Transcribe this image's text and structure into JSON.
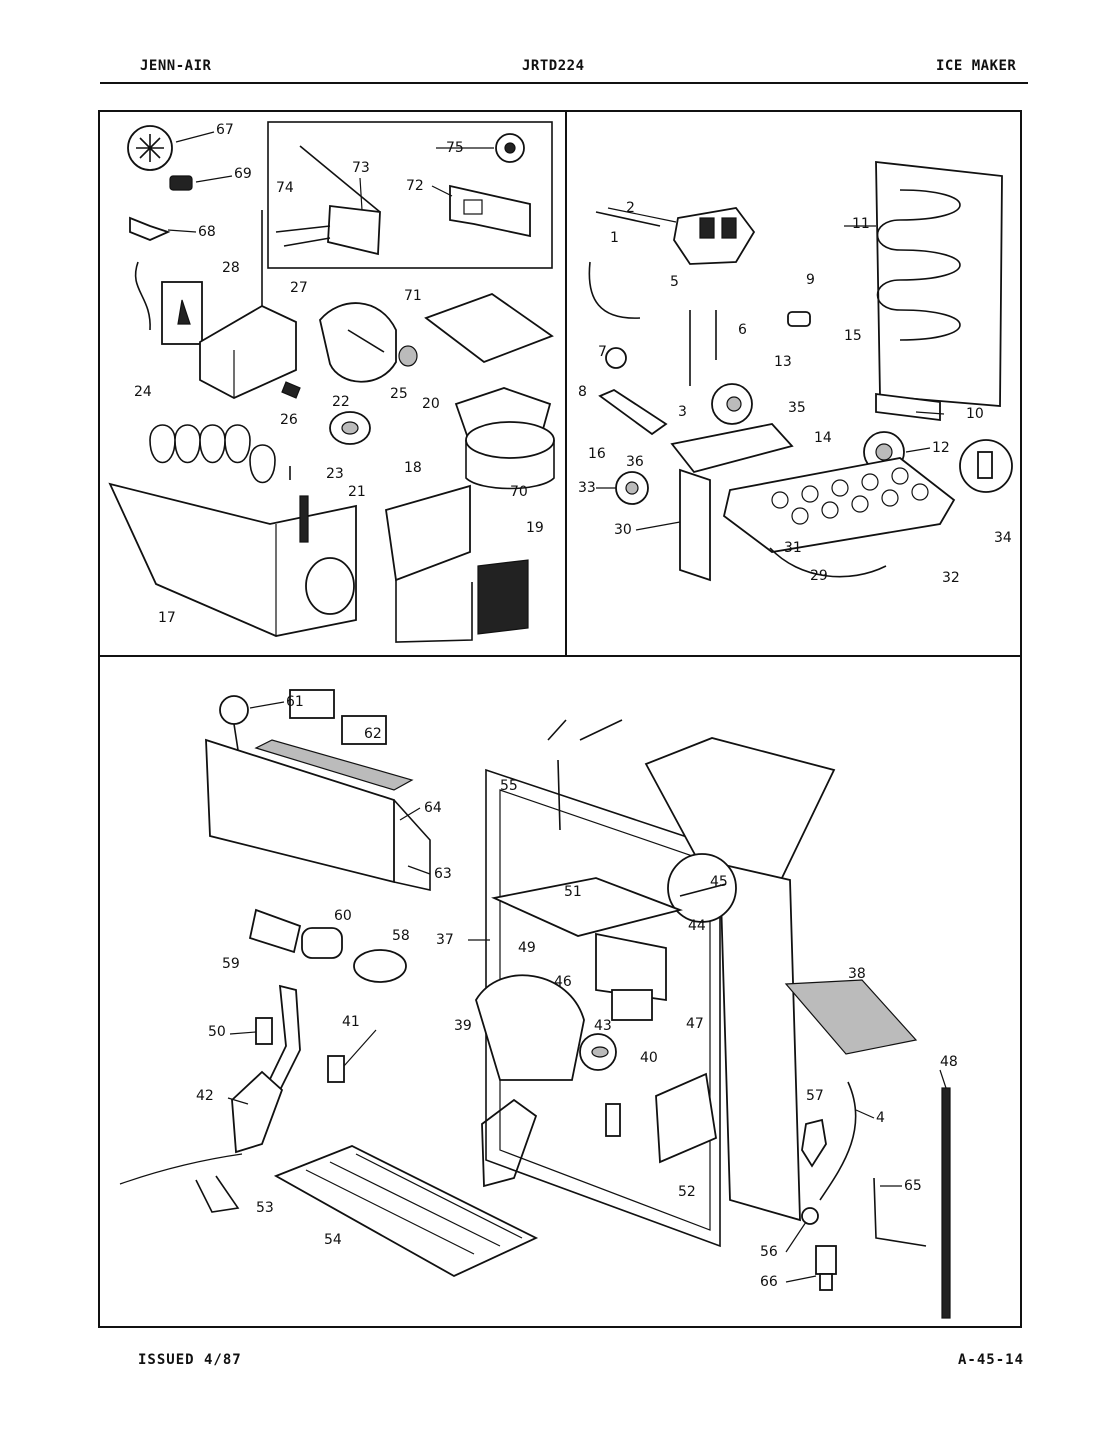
{
  "header": {
    "brand": "JENN-AIR",
    "model": "JRTD224",
    "section": "ICE MAKER"
  },
  "footer": {
    "issued": "ISSUED 4/87",
    "page_code": "A-45-14"
  },
  "callouts": [
    "67",
    "69",
    "68",
    "28",
    "27",
    "24",
    "26",
    "22",
    "25",
    "20",
    "23",
    "21",
    "17",
    "18",
    "19",
    "71",
    "70",
    "75",
    "72",
    "73",
    "74",
    "2",
    "1",
    "5",
    "6",
    "7",
    "8",
    "9",
    "11",
    "13",
    "15",
    "16",
    "3",
    "35",
    "36",
    "33",
    "30",
    "14",
    "10",
    "12",
    "34",
    "29",
    "31",
    "32",
    "61",
    "62",
    "64",
    "63",
    "55",
    "45",
    "44",
    "51",
    "37",
    "49",
    "46",
    "47",
    "60",
    "59",
    "58",
    "50",
    "41",
    "39",
    "43",
    "40",
    "42",
    "52",
    "38",
    "48",
    "57",
    "4",
    "65",
    "53",
    "54",
    "56",
    "66"
  ]
}
